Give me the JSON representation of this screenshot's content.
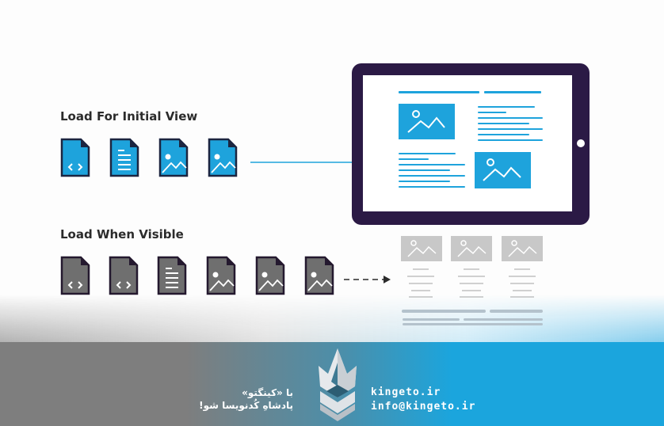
{
  "diagram": {
    "sections": [
      {
        "heading": "Load For Initial View",
        "color": "#1ea3dc",
        "files": [
          {
            "type": "code",
            "icon": "code-file-icon"
          },
          {
            "type": "text",
            "icon": "text-file-icon"
          },
          {
            "type": "image",
            "icon": "image-file-icon"
          },
          {
            "type": "image",
            "icon": "image-file-icon"
          }
        ],
        "arrow": "solid"
      },
      {
        "heading": "Load When Visible",
        "color": "#6f6f6f",
        "files": [
          {
            "type": "code",
            "icon": "code-file-icon"
          },
          {
            "type": "code",
            "icon": "code-file-icon"
          },
          {
            "type": "text",
            "icon": "text-file-icon"
          },
          {
            "type": "image",
            "icon": "image-file-icon"
          },
          {
            "type": "image",
            "icon": "image-file-icon"
          },
          {
            "type": "image",
            "icon": "image-file-icon"
          }
        ],
        "arrow": "dashed"
      }
    ],
    "tablet": {
      "frame_color": "#2b1a45",
      "content_color": "#1ea3dc"
    },
    "below_fold": {
      "columns": 3,
      "color": "#c8c8c8"
    }
  },
  "banner": {
    "tagline_line1": "با «کینگتو»",
    "tagline_line2": "پادشاهِ کُدنویسا شو!",
    "website": "kingeto.ir",
    "email": "info@kingeto.ir",
    "colors": {
      "left": "#7e7e7e",
      "right": "#1ba5dd"
    }
  }
}
